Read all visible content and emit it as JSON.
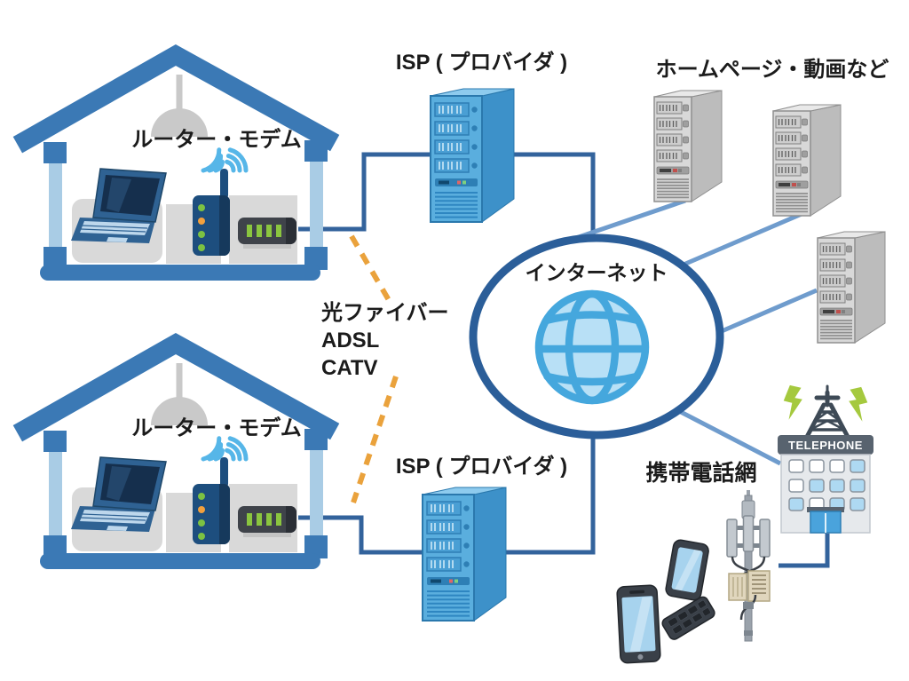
{
  "diagram": {
    "houses": [
      {
        "label": "ルーター・モデム"
      },
      {
        "label": "ルーター・モデム"
      }
    ],
    "isps": [
      {
        "label": "ISP ( プロバイダ )"
      },
      {
        "label": "ISP ( プロバイダ )"
      }
    ],
    "internet": {
      "label": "インターネット"
    },
    "web_servers": {
      "label": "ホームページ・動画など"
    },
    "mobile": {
      "label": "携帯電話網",
      "building_sign": "TELEPHONE"
    },
    "access_lines": {
      "lines": [
        "光ファイバー",
        "ADSL",
        "CATV"
      ]
    },
    "colors": {
      "house_blue": "#3b79b5",
      "wall_light_blue": "#a9cce5",
      "device_navy": "#1d4e7e",
      "wifi_blue": "#56b6e8",
      "led_green": "#7cc242",
      "led_orange": "#f2a03d",
      "isp_server_blue": "#5aaede",
      "web_server_gray": "#d8d8d8",
      "connector_dark_blue": "#33639c",
      "connector_light_blue": "#6f9ccd",
      "access_line_orange": "#eaa23c",
      "internet_ring_blue": "#2b5e99",
      "globe_blue": "#45a7dd",
      "globe_fill": "#b8e0f6",
      "lightning_green": "#a5c93e",
      "sign_slate": "#58636f",
      "window_blue": "#aed9f2",
      "door_blue": "#4aa3dc",
      "phone_dark": "#3a4048",
      "screen_blue": "#a7d3ee",
      "text_black": "#1b1b1b"
    }
  }
}
